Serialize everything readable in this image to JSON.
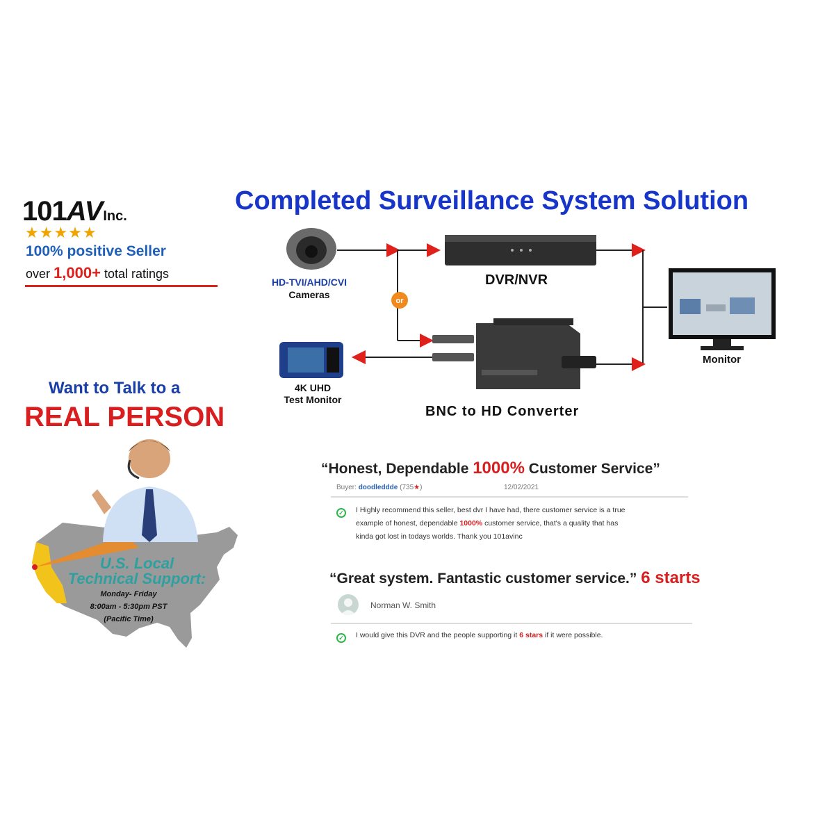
{
  "brand": {
    "name_num": "101",
    "name_av": "AV",
    "name_inc": "Inc.",
    "stars": "★★★★★",
    "positive": "100% positive Seller",
    "ratings_prefix": "over",
    "ratings_count": "1,000+",
    "ratings_suffix": "total ratings"
  },
  "promo": {
    "want": "Want to Talk to a",
    "real": "REAL PERSON",
    "support_title": "U.S. Local Technical Support:",
    "support_days": "Monday- Friday",
    "support_time": "8:00am - 5:30pm PST",
    "support_zone": "(Pacific Time)"
  },
  "diagram": {
    "title": "Completed Surveillance System Solution",
    "cameras_type": "HD-TVI/AHD/CVI",
    "cameras": "Cameras",
    "or": "or",
    "dvr": "DVR/NVR",
    "test_monitor_line1": "4K UHD",
    "test_monitor_line2": "Test Monitor",
    "converter": "BNC to HD Converter",
    "monitor": "Monitor"
  },
  "review1": {
    "title_pre": "“Honest, Dependable ",
    "title_hl": "1000%",
    "title_post": " Customer Service”",
    "buyer_label": "Buyer:",
    "buyer_name": "doodleddde",
    "buyer_count": "(735",
    "buyer_count_end": ")",
    "date": "12/02/2021",
    "text_1": "I Highly recommend this seller, best dvr I have had, there customer service is a true",
    "text_2a": "example of honest, dependable ",
    "text_2hl": "1000%",
    "text_2b": " customer service, that's a quality that has",
    "text_3": "kinda got lost in todays worlds. Thank you 101avinc"
  },
  "review2": {
    "title_pre": "“Great system. Fantastic customer service.” ",
    "title_hl": "6 starts",
    "reviewer": "Norman W. Smith",
    "text_a": "I would give this DVR and the people supporting it ",
    "text_hl": "6 stars",
    "text_b": " if it were possible."
  },
  "colors": {
    "accent_red": "#d81e1e",
    "title_blue": "#1735c9",
    "arrow_red": "#e0201a",
    "or_orange": "#f08a1e"
  }
}
